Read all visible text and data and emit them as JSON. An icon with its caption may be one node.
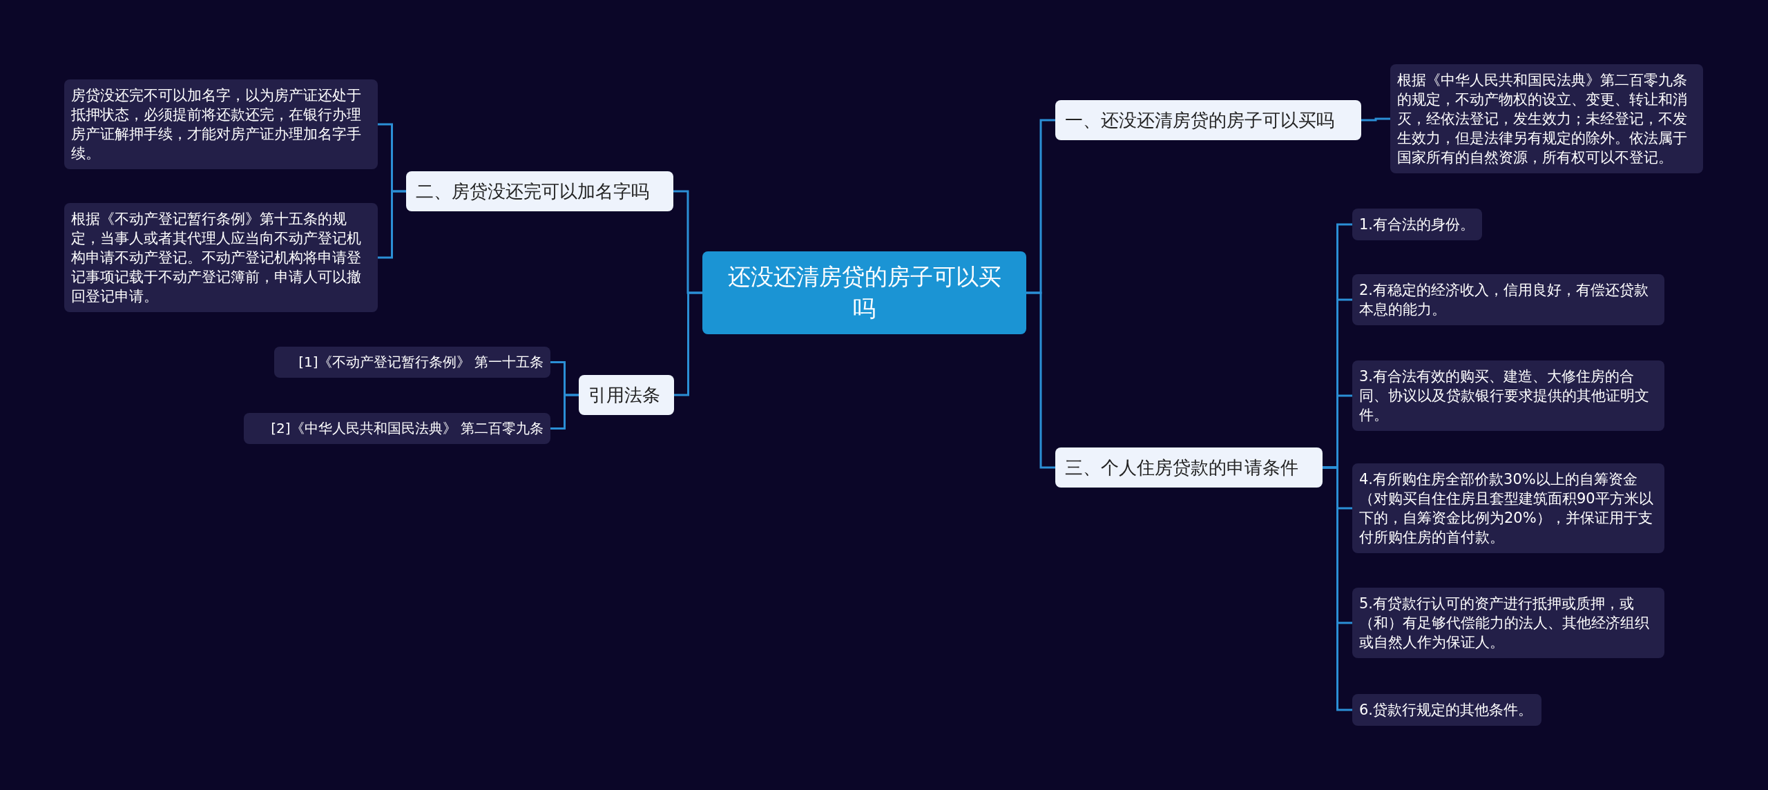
{
  "diagram": {
    "nodes": [
      {
        "text": [
          "还没还清房贷的房子可以买吗"
        ]
      },
      {
        "text": [
          "二、房贷没还完可以加名字吗"
        ]
      },
      {
        "text": [
          "房贷没还完不可以加名字，以为房产证还处于抵押状态，必须提前将还款还完，在银行办理房产证解押手续，才能对房产证办理加名字手续。"
        ]
      },
      {
        "text": [
          "根据《不动产登记暂行条例》第十五条的规定，当事人或者其代理人应当向不动产登记机构申请不动产登记。不动产登记机构将申请登记事项记载于不动产登记簿前，申请人可以撤回登记申请。"
        ]
      },
      {
        "text": [
          "引用法条"
        ]
      },
      {
        "text": [
          "[1]《不动产登记暂行条例》 第一十五条"
        ]
      },
      {
        "text": [
          "[2]《中华人民共和国民法典》 第二百零九条"
        ]
      },
      {
        "text": [
          "一、还没还清房贷的房子可以买吗"
        ]
      },
      {
        "text": [
          "根据《中华人民共和国民法典》第二百零九条的规定，不动产物权的设立、变更、转让和消灭，经依法登记，发生效力；未经登记，不发生效力，但是法律另有规定的除外。依法属于国家所有的自然资源，所有权可以不登记。"
        ]
      },
      {
        "text": [
          "三、个人住房贷款的申请条件"
        ]
      },
      {
        "text": [
          "1.有合法的身份。"
        ]
      },
      {
        "text": [
          "2.有稳定的经济收入，信用良好，有偿还贷款本息的能力。"
        ]
      },
      {
        "text": [
          "3.有合法有效的购买、建造、大修住房的合同、协议以及贷款银行要求提供的其他证明文件。"
        ]
      },
      {
        "text": [
          "4.有所购住房全部价款30%以上的自筹资金（对购买自住住房且套型建筑面积90平方米以下的，自筹资金比例为20%），并保证用于支付所购住房的首付款。"
        ]
      },
      {
        "text": [
          "5.有贷款行认可的资产进行抵押或质押，或（和）有足够代偿能力的法人、其他经济组织或自然人作为保证人。"
        ]
      },
      {
        "text": [
          "6.贷款行规定的其他条件。"
        ]
      }
    ],
    "edges": [
      {
        "from": 0,
        "to": 7,
        "arrow": "none"
      },
      {
        "from": 0,
        "to": 9,
        "arrow": "none"
      },
      {
        "from": 0,
        "to": 1,
        "arrow": "none"
      },
      {
        "from": 0,
        "to": 4,
        "arrow": "none"
      },
      {
        "from": 1,
        "to": 2,
        "arrow": "none"
      },
      {
        "from": 1,
        "to": 3,
        "arrow": "none"
      },
      {
        "from": 4,
        "to": 5,
        "arrow": "none"
      },
      {
        "from": 4,
        "to": 6,
        "arrow": "none"
      },
      {
        "from": 7,
        "to": 8,
        "arrow": "none"
      },
      {
        "from": 9,
        "to": 10,
        "arrow": "none"
      },
      {
        "from": 9,
        "to": 11,
        "arrow": "none"
      },
      {
        "from": 9,
        "to": 12,
        "arrow": "none"
      },
      {
        "from": 9,
        "to": 13,
        "arrow": "none"
      },
      {
        "from": 9,
        "to": 14,
        "arrow": "none"
      },
      {
        "from": 9,
        "to": 15,
        "arrow": "none"
      }
    ]
  }
}
